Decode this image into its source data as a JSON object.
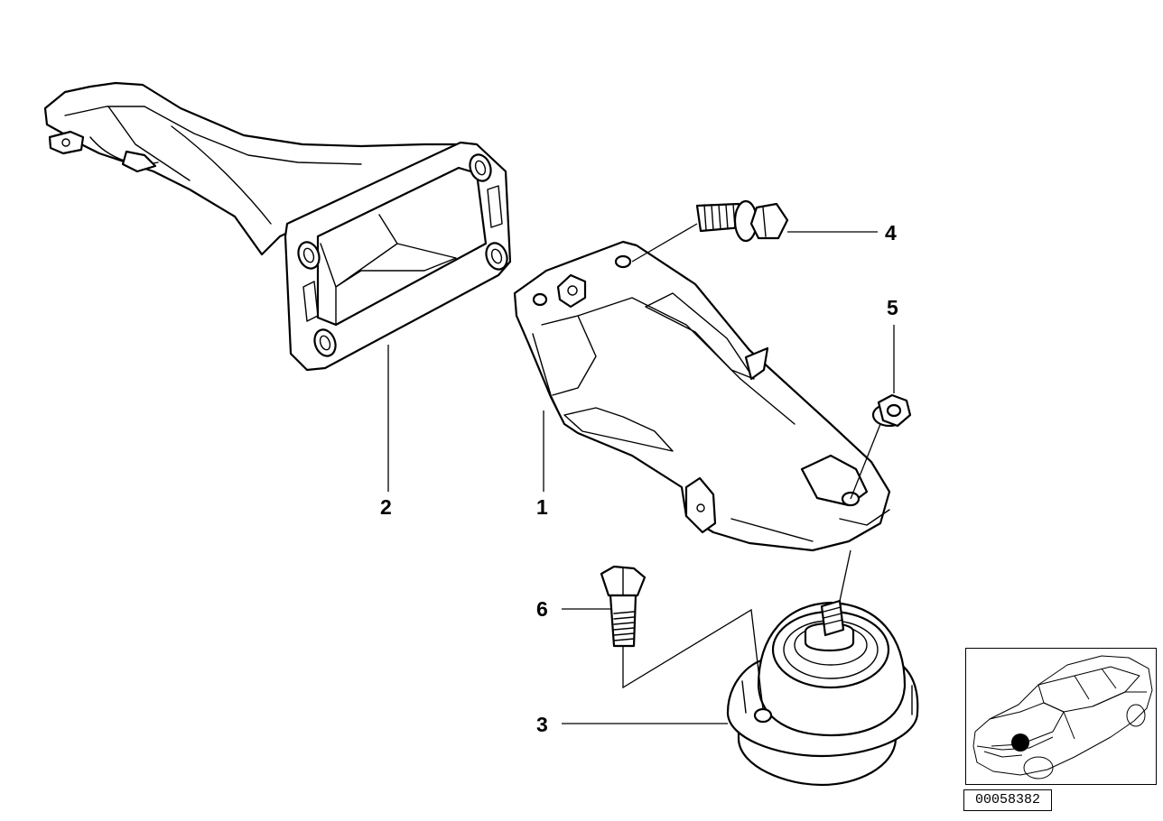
{
  "callouts": {
    "c1": "1",
    "c2": "2",
    "c3": "3",
    "c4": "4",
    "c5": "5",
    "c6": "6"
  },
  "reference_number": "00058382",
  "locator": {
    "icon": "car-locator-icon",
    "marker_color": "#000000"
  }
}
